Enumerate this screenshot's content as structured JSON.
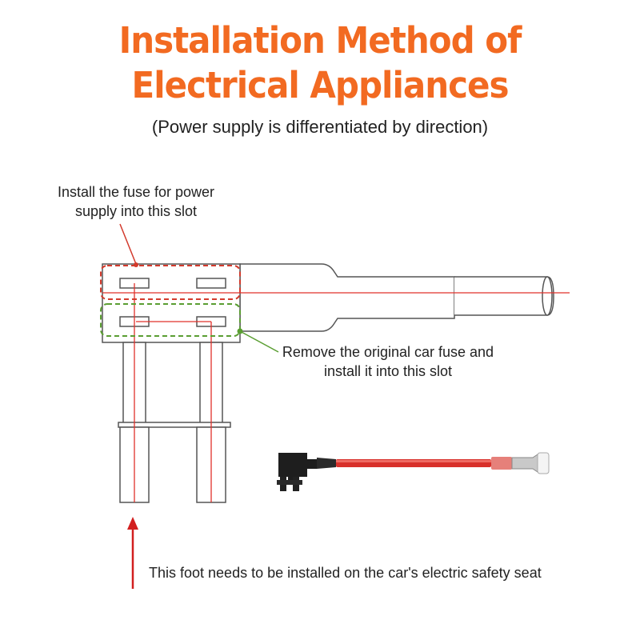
{
  "title": {
    "line1": "Installation Method of",
    "line2": "Electrical Appliances"
  },
  "subtitle": "(Power supply is differentiated by direction)",
  "notes": {
    "power_fuse_slot": "Install the fuse for power supply into this slot",
    "original_fuse_slot": "Remove the original car fuse and install it into this slot",
    "safety_seat_foot": "This foot needs to be installed on the car's electric safety seat"
  },
  "colors": {
    "title": "#f26a21",
    "wire": "#e0312b",
    "power_slot_outline": "#d33a2c",
    "original_slot_outline": "#5a9e32",
    "arrow": "#d21f1f",
    "body_outline": "#555555"
  }
}
